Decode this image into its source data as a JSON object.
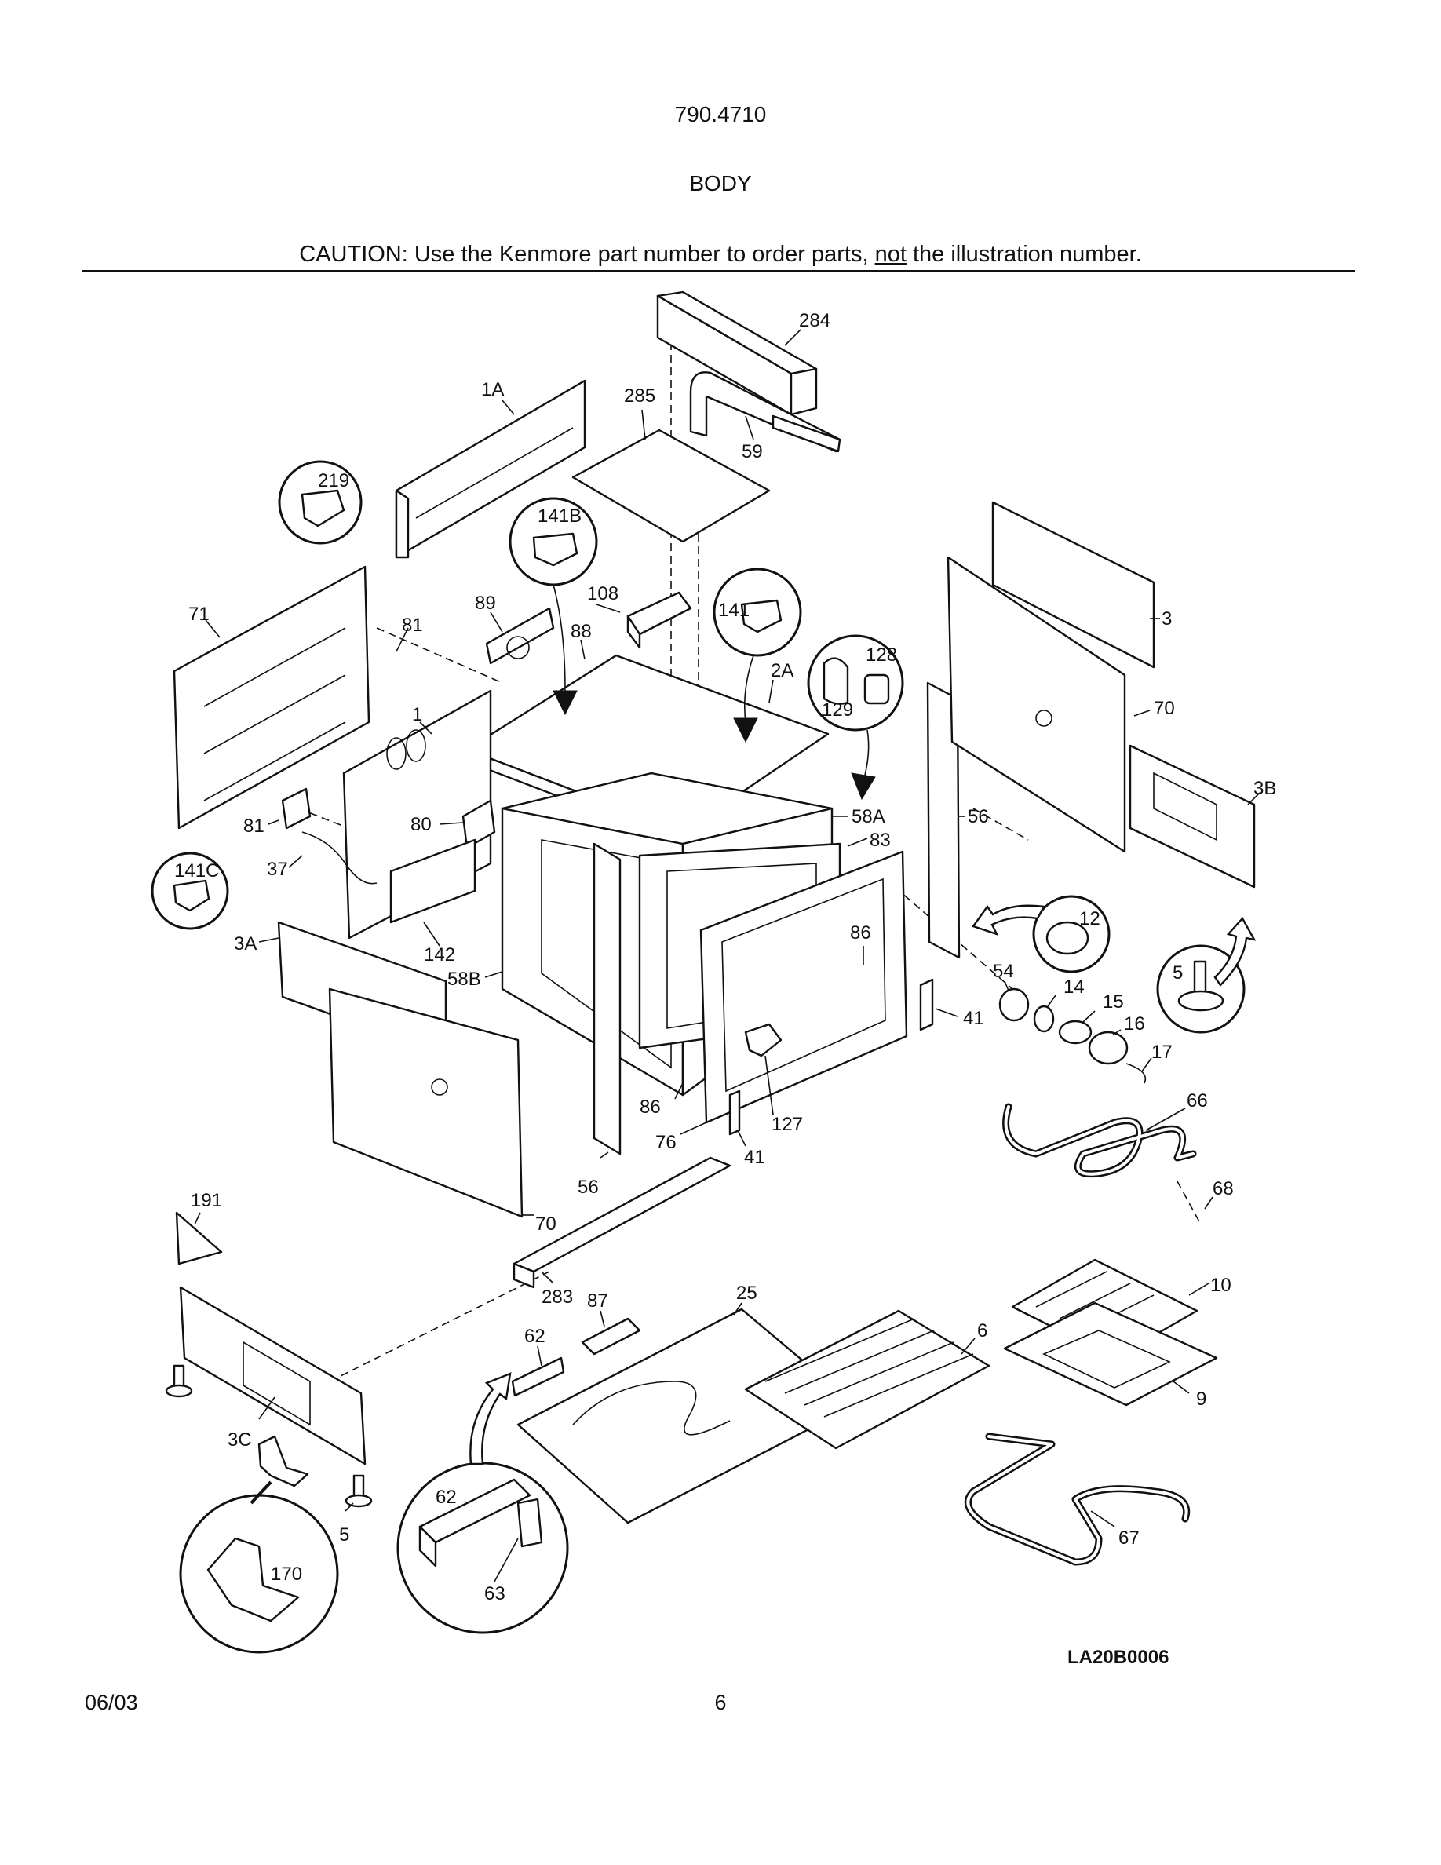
{
  "header": {
    "model_number": "790.4710",
    "section_title": "BODY",
    "caution_prefix": "CAUTION: Use the Kenmore part number to order parts, ",
    "caution_emphasis": "not",
    "caution_suffix": " the illustration number."
  },
  "diagram": {
    "figure_code": "LA20B0006",
    "callouts": {
      "c284": "284",
      "c285": "285",
      "c1A": "1A",
      "c59": "59",
      "c219": "219",
      "c141B": "141B",
      "c71": "71",
      "c81a": "81",
      "c89": "89",
      "c108": "108",
      "c88": "88",
      "c141": "141",
      "c2A": "2A",
      "c128": "128",
      "c129": "129",
      "c3": "3",
      "c70a": "70",
      "c3B": "3B",
      "c1": "1",
      "c81b": "81",
      "c80": "80",
      "c37": "37",
      "c141C": "141C",
      "c58A": "58A",
      "c83": "83",
      "c56a": "56",
      "c12": "12",
      "c3A": "3A",
      "c142": "142",
      "c58B": "58B",
      "c86a": "86",
      "c54": "54",
      "c14": "14",
      "c15": "15",
      "c16": "16",
      "c5a": "5",
      "c41a": "41",
      "c17": "17",
      "c66": "66",
      "c86b": "86",
      "c127": "127",
      "c76": "76",
      "c41b": "41",
      "c56b": "56",
      "c68": "68",
      "c191": "191",
      "c70b": "70",
      "c283": "283",
      "c87": "87",
      "c25": "25",
      "c10": "10",
      "c62a": "62",
      "c6": "6",
      "c9": "9",
      "c3C": "3C",
      "c62b": "62",
      "c5b": "5",
      "c67": "67",
      "c170": "170",
      "c63": "63"
    }
  },
  "footer": {
    "date": "06/03",
    "page_number": "6"
  }
}
